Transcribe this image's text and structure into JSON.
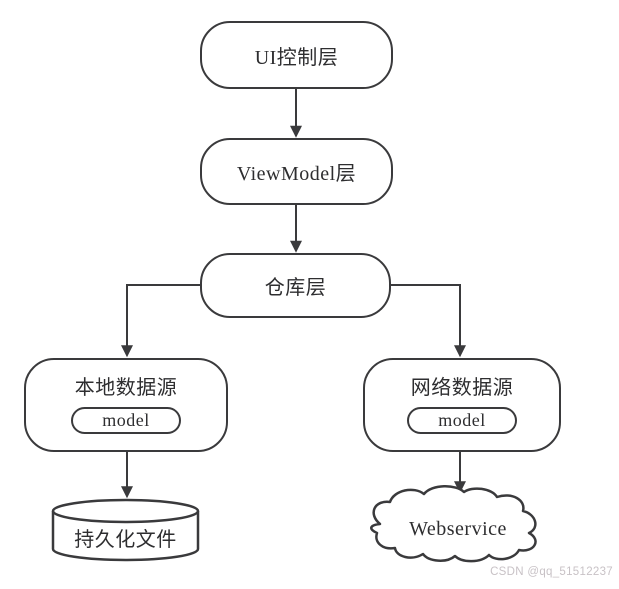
{
  "diagram": {
    "stroke_color": "#3a3a3c",
    "background_color": "#ffffff",
    "nodes": {
      "ui": {
        "label": "UI控制层"
      },
      "viewmodel": {
        "label": "ViewModel层"
      },
      "repository": {
        "label": "仓库层"
      },
      "local": {
        "label": "本地数据源",
        "model": "model"
      },
      "network": {
        "label": "网络数据源",
        "model": "model"
      },
      "persistence": {
        "label": "持久化文件"
      },
      "webservice": {
        "label": "Webservice"
      }
    },
    "edges": [
      {
        "from": "ui",
        "to": "viewmodel"
      },
      {
        "from": "viewmodel",
        "to": "repository"
      },
      {
        "from": "repository",
        "to": "local"
      },
      {
        "from": "repository",
        "to": "network"
      },
      {
        "from": "local",
        "to": "persistence"
      },
      {
        "from": "network",
        "to": "webservice"
      }
    ]
  },
  "watermark": {
    "text": "CSDN @qq_51512237",
    "color": "#c8c2c6"
  }
}
